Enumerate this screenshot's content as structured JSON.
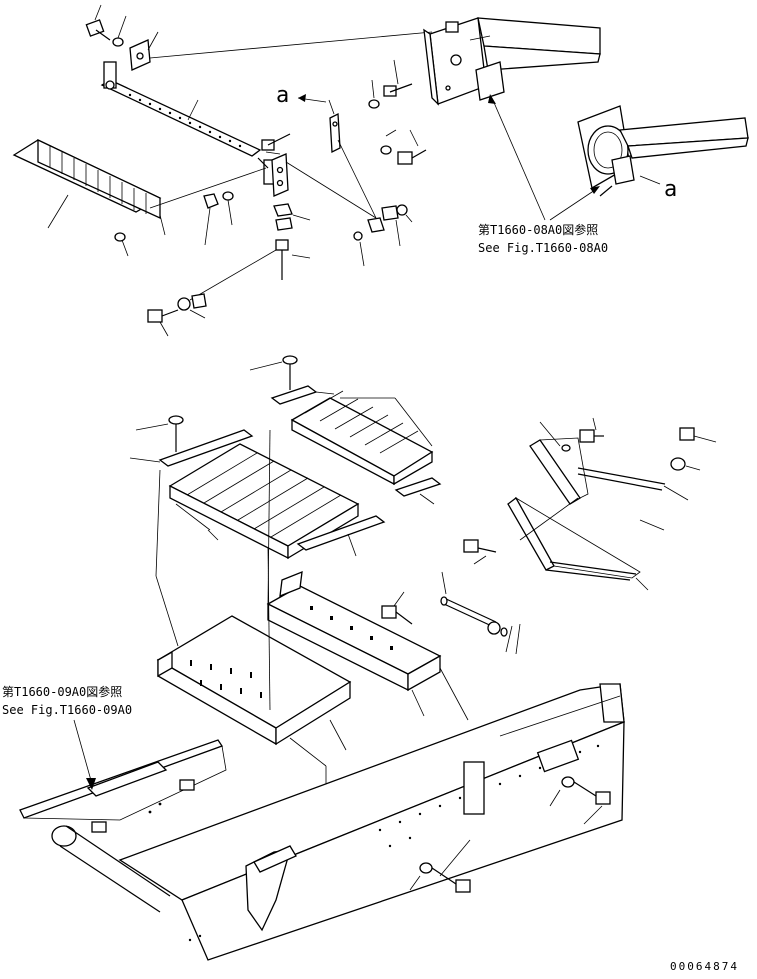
{
  "drawing_title": "",
  "callout_letter": "a",
  "ref_top": {
    "jp": "第T1660-08A0図参照",
    "en": "See Fig.T1660-08A0"
  },
  "ref_left": {
    "jp": "第T1660-09A0図参照",
    "en": "See Fig.T1660-09A0"
  },
  "sheet_number": "00064874"
}
